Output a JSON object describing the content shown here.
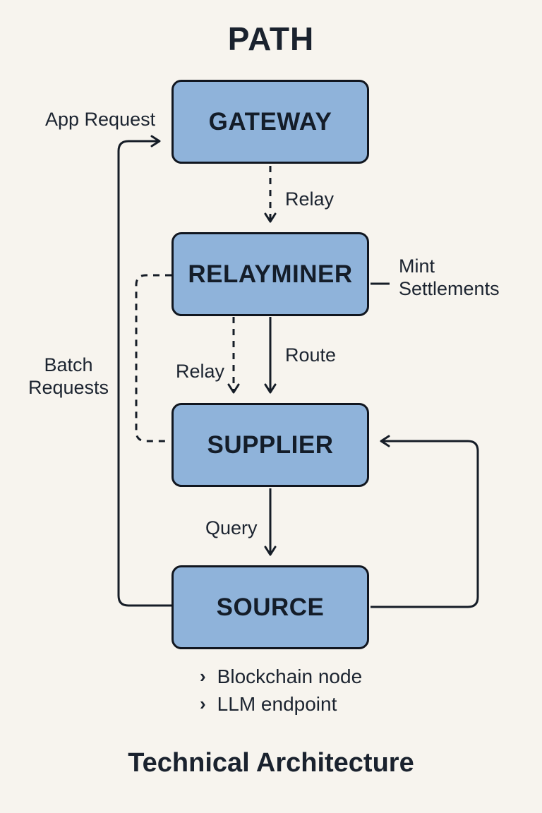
{
  "title": "PATH",
  "footer_title": "Technical Architecture",
  "nodes": [
    {
      "id": "gateway",
      "label": "GATEWAY"
    },
    {
      "id": "relayminer",
      "label": "RELAYMINER"
    },
    {
      "id": "supplier",
      "label": "SUPPLIER"
    },
    {
      "id": "source",
      "label": "SOURCE"
    }
  ],
  "edges": {
    "app_request": {
      "label": "App Request",
      "style": "solid",
      "from": "external",
      "to": "gateway"
    },
    "gateway_relay": {
      "label": "Relay",
      "style": "dashed",
      "from": "gateway",
      "to": "relayminer"
    },
    "mint_settlements": {
      "label": "Mint Settlements",
      "style": "solid",
      "from": "relayminer",
      "to": "external"
    },
    "batch_requests": {
      "label": "Batch Requests",
      "style": "dashed",
      "from": "relayminer",
      "to": "supplier"
    },
    "relayminer_relay": {
      "label": "Relay",
      "style": "dashed",
      "from": "relayminer",
      "to": "supplier"
    },
    "route": {
      "label": "Route",
      "style": "solid",
      "from": "relayminer",
      "to": "supplier"
    },
    "query": {
      "label": "Query",
      "style": "solid",
      "from": "supplier",
      "to": "source"
    },
    "source_feedback": {
      "label": "",
      "style": "solid",
      "from": "source",
      "to": "supplier"
    }
  },
  "source_items": [
    {
      "bullet": "›",
      "label": "Blockchain node"
    },
    {
      "bullet": "›",
      "label": "LLM endpoint"
    }
  ],
  "colors": {
    "background": "#f7f4ee",
    "node_fill": "#8fb3da",
    "node_border": "#11161f",
    "line": "#161d27",
    "text": "#1b2430"
  }
}
